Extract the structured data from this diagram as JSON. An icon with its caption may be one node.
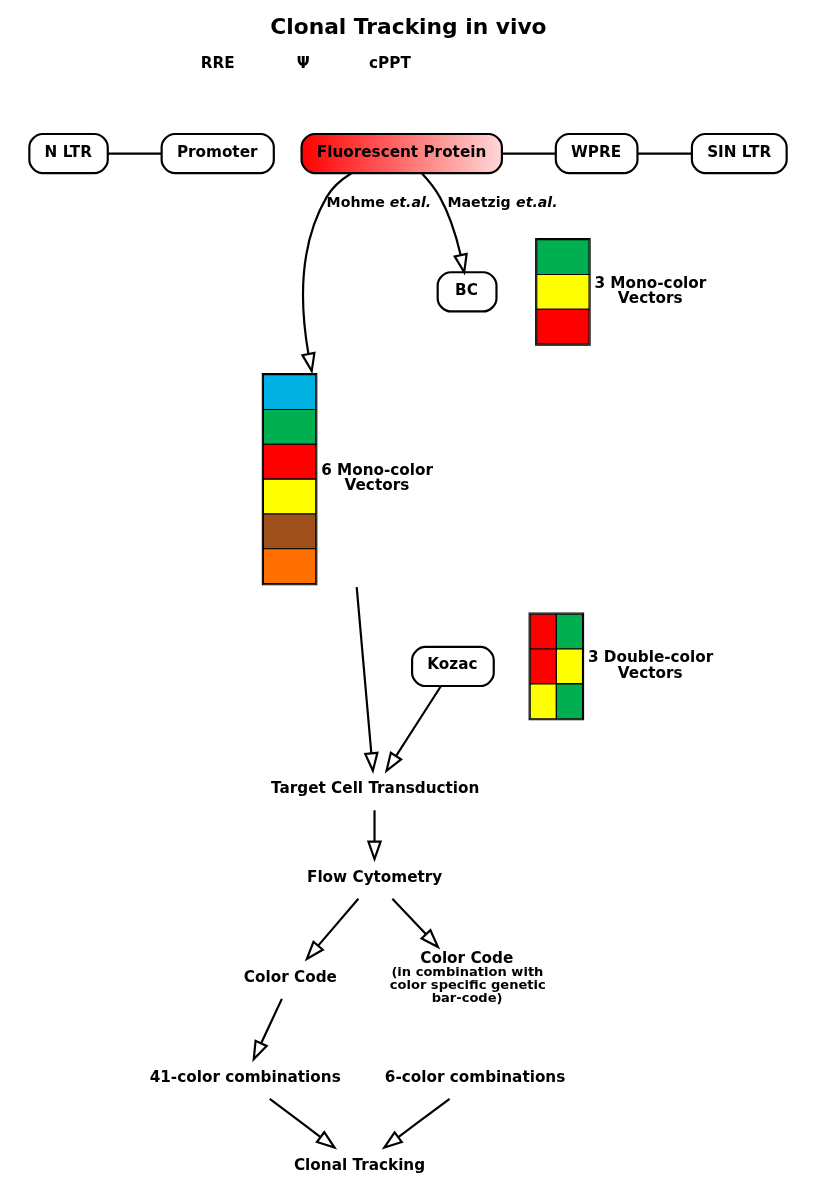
{
  "diagram": {
    "title": "Clonal Tracking in vivo",
    "nodes": [
      {
        "text": [
          "N LTR"
        ]
      },
      {
        "text": [
          "Promoter"
        ]
      },
      {
        "text": [
          "Fluorescent Protein"
        ]
      },
      {
        "text": [
          "WPRE"
        ]
      },
      {
        "text": [
          "SIN LTR"
        ]
      },
      {
        "text": [],
        "shape": "bar",
        "beside": [
          "6 Mono-color Vectors"
        ]
      },
      {
        "text": [
          "BC"
        ]
      },
      {
        "text": [
          "Kozac"
        ]
      },
      {
        "text": [],
        "shape": "bar",
        "beside": [
          "3 Mono-color Vectors"
        ]
      },
      {
        "text": [],
        "shape": "bar",
        "beside": [
          "3 Double-color Vectors"
        ]
      },
      {
        "text": [
          "Target Cell Transduction"
        ]
      },
      {
        "text": [
          "Flow Cytometry"
        ]
      },
      {
        "text": [
          "Color Code"
        ]
      },
      {
        "text": [
          "Color Code",
          "(in combination with color specific genetic bar-code)"
        ]
      },
      {
        "text": [
          "41-color combinations"
        ]
      },
      {
        "text": [
          "6-color combinations"
        ]
      },
      {
        "text": [
          "Clonal Tracking"
        ]
      }
    ],
    "edges": [
      {
        "from": 0,
        "to": 1,
        "arrow": "none"
      },
      {
        "from": 2,
        "to": 3,
        "arrow": "none"
      },
      {
        "from": 3,
        "to": 4,
        "arrow": "none"
      },
      {
        "from": 2,
        "to": 5,
        "arrow": "to",
        "label": "Mohme *et.al.*"
      },
      {
        "from": 2,
        "to": 6,
        "arrow": "to",
        "label": "Maetzig *et.al.*"
      },
      {
        "from": 5,
        "to": 10,
        "arrow": "to"
      },
      {
        "from": 7,
        "to": 10,
        "arrow": "to"
      },
      {
        "from": 10,
        "to": 11,
        "arrow": "to"
      },
      {
        "from": 11,
        "to": 12,
        "arrow": "to"
      },
      {
        "from": 11,
        "to": 13,
        "arrow": "to"
      },
      {
        "from": 12,
        "to": 14,
        "arrow": "to"
      },
      {
        "from": 14,
        "to": 16,
        "arrow": "to"
      },
      {
        "from": 15,
        "to": 16,
        "arrow": "to"
      }
    ],
    "labels": [
      "Ψ",
      "cPPT",
      "RRE"
    ]
  }
}
